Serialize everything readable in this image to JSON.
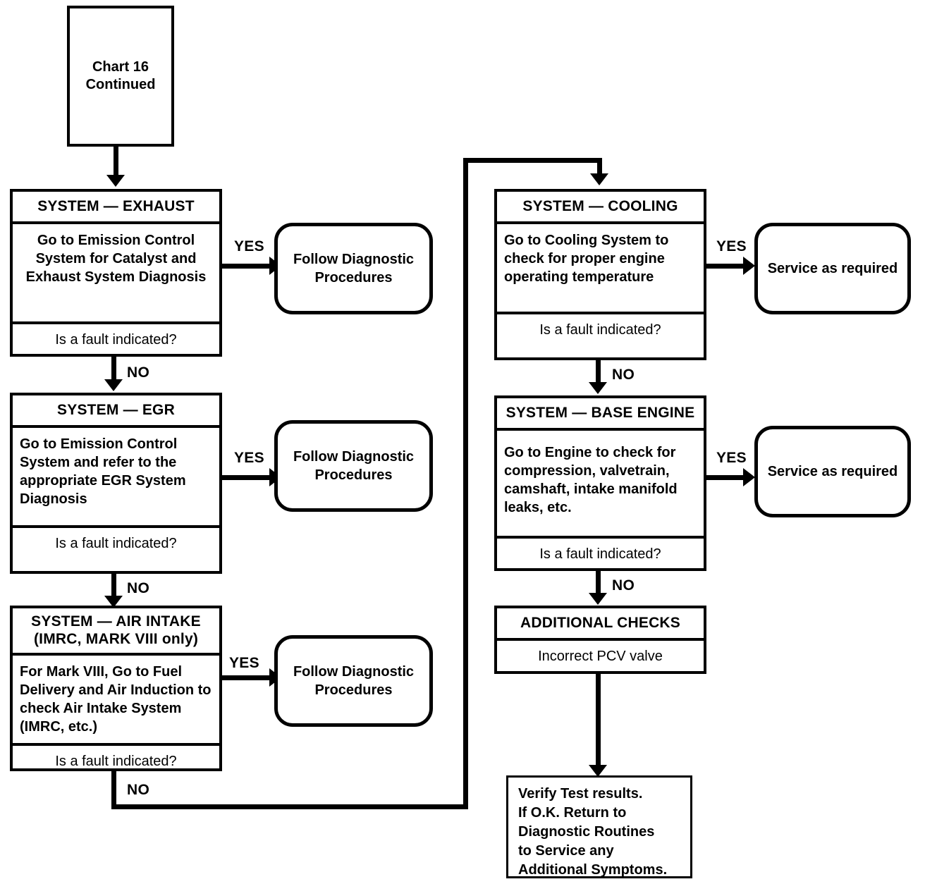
{
  "chart": {
    "title": "Chart 16 Continued",
    "start_box": {
      "line1": "Chart 16",
      "line2": "Continued"
    },
    "labels": {
      "yes": "YES",
      "no": "NO"
    },
    "question": "Is a fault indicated?",
    "left_column": [
      {
        "id": "exhaust",
        "header": "SYSTEM — EXHAUST",
        "body": "Go to Emission Control System for Catalyst and Exhaust System Diagnosis",
        "body_align": "center",
        "question": "Is a fault indicated?",
        "yes_target": "Follow Diagnostic Procedures",
        "no_label": "NO"
      },
      {
        "id": "egr",
        "header": "SYSTEM — EGR",
        "body": "Go to Emission Control System and refer to the appropriate EGR System Diagnosis",
        "body_align": "left",
        "question": "Is a fault indicated?",
        "yes_target": "Follow Diagnostic Procedures",
        "no_label": "NO"
      },
      {
        "id": "air-intake",
        "header_line1": "SYSTEM — AIR INTAKE",
        "header_line2": "(IMRC, MARK VIII only)",
        "body": "For Mark VIII, Go to Fuel Delivery and Air Induction to check Air Intake System (IMRC, etc.)",
        "body_align": "left",
        "question": "Is a fault indicated?",
        "yes_target": "Follow Diagnostic Procedures",
        "no_label": "NO"
      }
    ],
    "right_column": [
      {
        "id": "cooling",
        "header": "SYSTEM — COOLING",
        "body": "Go to Cooling System to check for proper engine operating temperature",
        "body_align": "left",
        "question": "Is a fault indicated?",
        "yes_target": "Service as required",
        "no_label": "NO"
      },
      {
        "id": "base-engine",
        "header": "SYSTEM — BASE ENGINE",
        "body": "Go to Engine to check for compression, valvetrain, camshaft, intake manifold leaks, etc.",
        "body_align": "left",
        "question": "Is a fault indicated?",
        "yes_target": "Service as required",
        "no_label": "NO"
      }
    ],
    "additional_checks": {
      "header": "ADDITIONAL CHECKS",
      "item": "Incorrect PCV valve"
    },
    "verify_box": {
      "line1": "Verify Test results.",
      "line2": "If O.K. Return to",
      "line3": "Diagnostic Routines",
      "line4": "to Service any",
      "line5": "Additional Symptoms."
    },
    "terminators": {
      "follow_diag_1": "Follow Diagnostic Procedures",
      "follow_diag_2": "Follow Diagnostic Procedures",
      "follow_diag_3": "Follow Diagnostic Procedures",
      "service_1": "Service as required",
      "service_2": "Service as required"
    },
    "colors": {
      "ink": "#000000",
      "paper": "#ffffff"
    }
  }
}
